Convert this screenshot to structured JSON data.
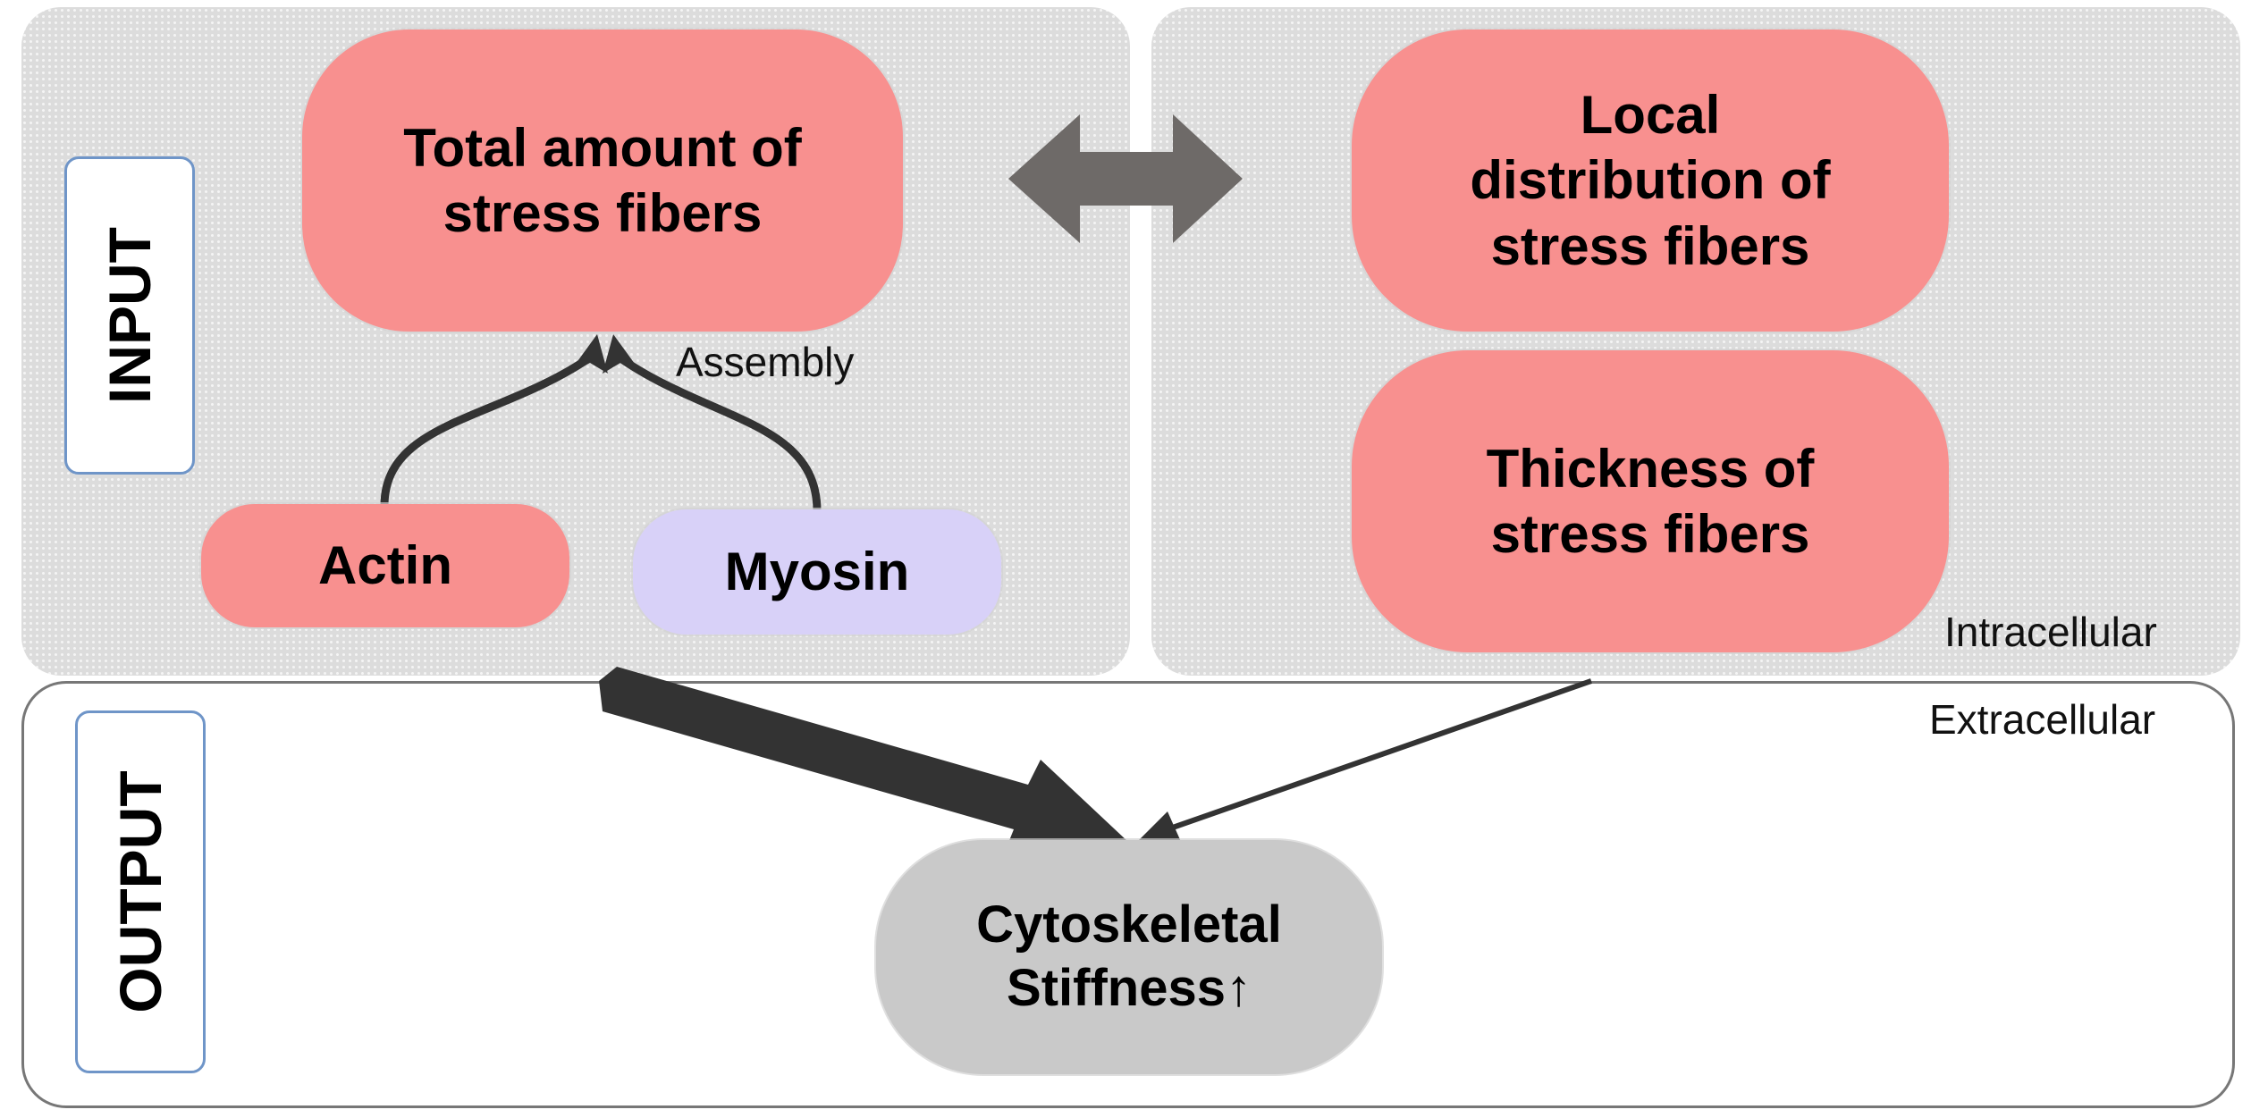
{
  "labels": {
    "input": "INPUT",
    "output": "OUTPUT"
  },
  "nodes": {
    "total": "Total amount of\nstress fibers",
    "actin": "Actin",
    "myosin": "Myosin",
    "local": "Local\ndistribution of\nstress fibers",
    "thickness": "Thickness of\nstress fibers",
    "stiffness": "Cytoskeletal\nStiffness↑"
  },
  "annotations": {
    "assembly": "Assembly",
    "intracellular": "Intracellular",
    "extracellular": "Extracellular"
  },
  "colors": {
    "node_pink": "#f8908f",
    "node_purple": "#d8d1f8",
    "node_gray": "#c9c9c9",
    "arrow": "#333333",
    "double_arrow": "#6e6a68",
    "label_border": "#6f95c8"
  }
}
